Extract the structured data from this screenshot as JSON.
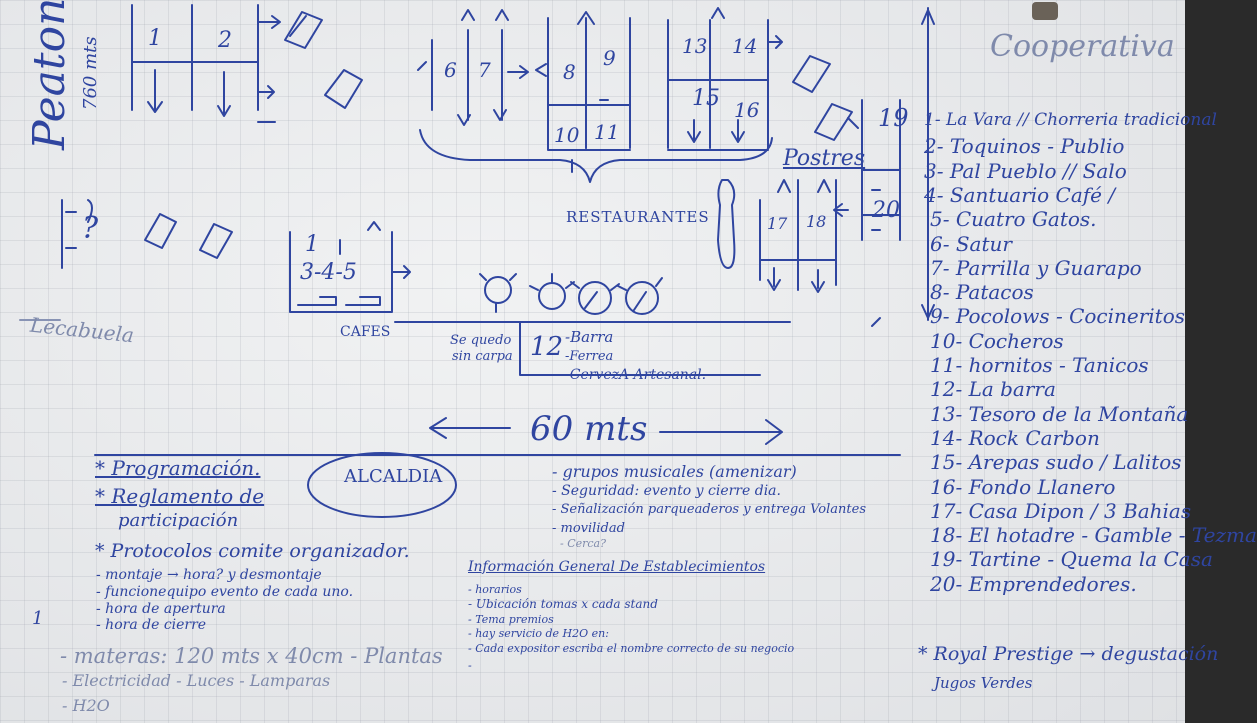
{
  "left_column": {
    "peaton": "Peaton",
    "peaton_size": "760 mts",
    "question_mark": "?",
    "label": "Lecabuela"
  },
  "top_stalls": {
    "s1": "1",
    "s2": "2",
    "s6": "6",
    "s7": "7",
    "s8": "8",
    "s9": "9",
    "s10": "10",
    "s11": "11",
    "s13": "13",
    "s14": "14",
    "s15": "15",
    "s16": "16",
    "s17": "17",
    "s18": "18",
    "s19": "19",
    "s20": "20",
    "restaurantes": "RESTAURANTES",
    "postres": "Postres"
  },
  "cafes": {
    "stalls": "3-4-5",
    "stall1": "1",
    "label": "CAFES"
  },
  "bar": {
    "note_line1": "Se quedo",
    "note_line2": "sin carpa",
    "number": "12",
    "items": [
      "-Barra",
      "-Ferrea",
      "-CervezA Artesanal."
    ]
  },
  "distance": "60 mts",
  "alcaldia": "ALCALDIA",
  "left_list": {
    "programacion": "* Programación.",
    "reglamento_1": "* Reglamento de",
    "reglamento_2": "participación",
    "protocolos": "* Protocolos comite organizador.",
    "items": [
      "- montaje → hora? y desmontaje",
      "- funcionequipo evento de cada uno.",
      "- hora de apertura",
      "- hora de cierre"
    ],
    "margin_mark": "1",
    "materas": "- materas: 120 mts x 40cm - Plantas",
    "electricidad": "- Electricidad - Luces - Lamparas",
    "h2o": "- H2O"
  },
  "middle_list": {
    "items": [
      "- grupos musicales (amenizar)",
      "- Seguridad: evento y cierre dia.",
      "- Señalización parqueaderos y entrega Volantes",
      "- movilidad",
      "- Cerca?"
    ],
    "info_title": "Información General De Establecimientos",
    "info_items": [
      "- horarios",
      "- Ubicación tomas x cada stand",
      "- Tema premios",
      "- hay servicio de H2O en:",
      "- Cada expositor escriba el nombre correcto de su negocio",
      "-"
    ]
  },
  "cooperativa": {
    "title": "Cooperativa",
    "entries": [
      "1- La Vara // Chorreria tradicional",
      "2- Toquinos - Publio",
      "3- Pal Pueblo // Salo",
      "4- Santuario Café /",
      "5- Cuatro Gatos.",
      "6- Satur",
      "7- Parrilla y Guarapo",
      "8- Patacos",
      "9- Pocolows - Cocineritos",
      "10- Cocheros",
      "11- hornitos - Tanicos",
      "12- La barra",
      "13- Tesoro de la Montaña",
      "14- Rock Carbon",
      "15- Arepas sudo / Lalitos",
      "16- Fondo Llanero",
      "17- Casa Dipon / 3 Bahias",
      "18- El hotadre - Gamble - Tezma",
      "19- Tartine - Quema la Casa",
      "20- Emprendedores."
    ],
    "footer_1": "* Royal Prestige → degustación",
    "footer_2": "Jugos Verdes"
  },
  "colors": {
    "ink": "#2f45a0",
    "board": "#e6e8ea"
  }
}
